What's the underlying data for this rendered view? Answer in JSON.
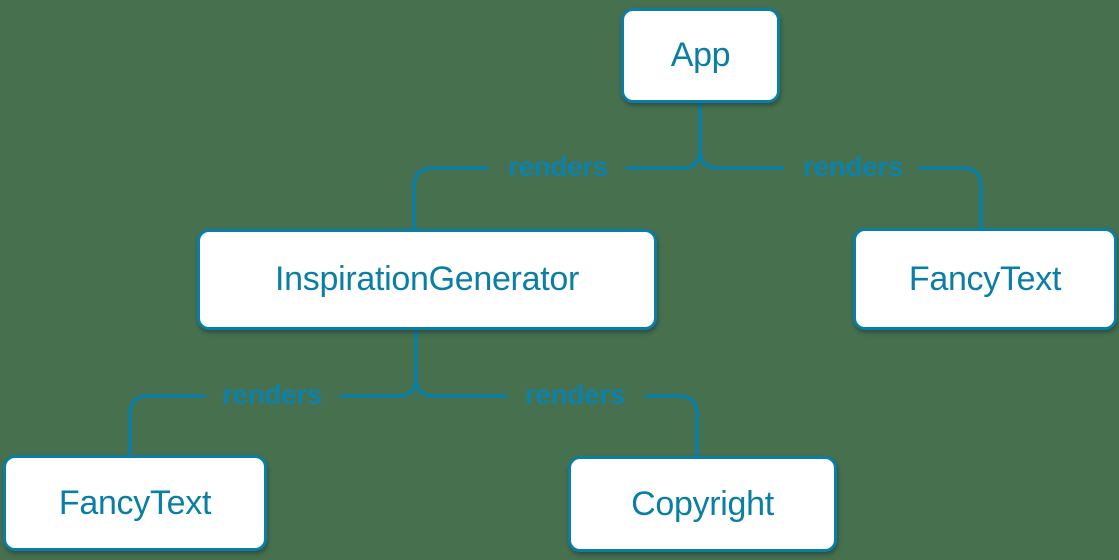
{
  "diagram": {
    "nodes": {
      "app": {
        "label": "App"
      },
      "inspiration_generator": {
        "label": "InspirationGenerator"
      },
      "fancy_text_top": {
        "label": "FancyText"
      },
      "fancy_text_bottom": {
        "label": "FancyText"
      },
      "copyright": {
        "label": "Copyright"
      }
    },
    "edges": [
      {
        "from": "App",
        "to": "InspirationGenerator",
        "label": "renders"
      },
      {
        "from": "App",
        "to": "FancyText",
        "label": "renders"
      },
      {
        "from": "InspirationGenerator",
        "to": "FancyText",
        "label": "renders"
      },
      {
        "from": "InspirationGenerator",
        "to": "Copyright",
        "label": "renders"
      }
    ]
  },
  "colors": {
    "background": "#47714E",
    "node_background": "#FFFFFF",
    "stroke": "#0A7EA4",
    "node_text": "#0A7EA4",
    "edge_text": "#0E81A8"
  }
}
